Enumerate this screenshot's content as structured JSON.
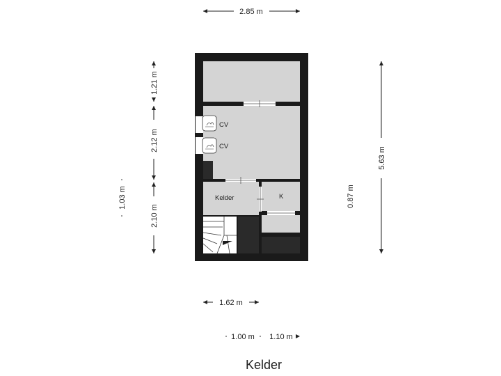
{
  "title": "Kelder",
  "rooms": {
    "kelder": "Kelder",
    "k": "K",
    "cv_top": "CV",
    "cv_bottom": "CV"
  },
  "dimensions": {
    "top_width": "2.85 m",
    "total_height": "5.63 m",
    "left_upper": "1.21 m",
    "left_middle": "2.12 m",
    "left_lower": "2.10 m",
    "left_outer": "1.03 m",
    "right_inner": "0.87 m",
    "bottom_width": "1.62 m",
    "bottom_left": "1.00 m",
    "bottom_right": "1.10 m"
  },
  "colors": {
    "wall": "#1a1a1a",
    "floor": "#d4d4d4",
    "dimension_line": "#222222"
  }
}
